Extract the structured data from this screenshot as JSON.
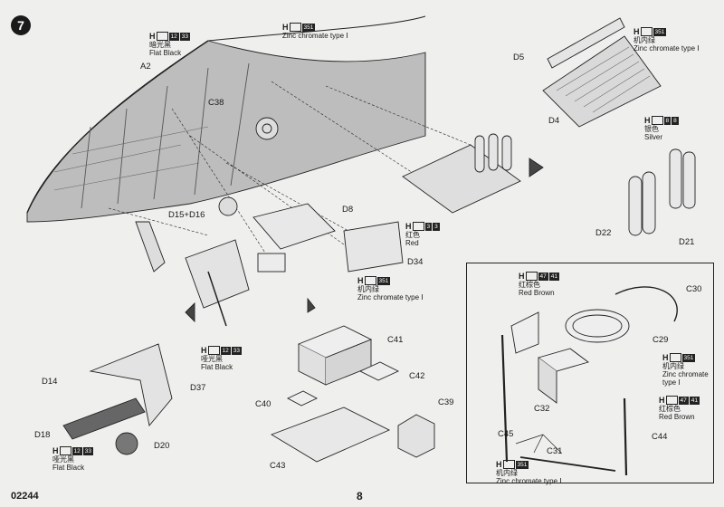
{
  "step": "7",
  "product_code": "02244",
  "page_number": "8",
  "paints": {
    "flat_black_a": {
      "letter": "H",
      "code": "12",
      "num": "33",
      "cn": "暗光黑",
      "en": "Flat Black"
    },
    "zinc_top": {
      "letter": "H",
      "code": "",
      "num": "351",
      "cn": "",
      "en": "Zinc chromate type Ⅰ"
    },
    "zinc_d5": {
      "letter": "H",
      "code": "",
      "num": "351",
      "cn": "机内绿",
      "en": "Zinc chromate type Ⅰ"
    },
    "silver": {
      "letter": "H",
      "code": "8",
      "num": "8",
      "cn": "银色",
      "en": "Silver"
    },
    "red": {
      "letter": "H",
      "code": "3",
      "num": "3",
      "cn": "红色",
      "en": "Red"
    },
    "zinc_mid": {
      "letter": "H",
      "code": "",
      "num": "351",
      "cn": "机内绿",
      "en": "Zinc chromate type Ⅰ"
    },
    "flat_black_b": {
      "letter": "H",
      "code": "12",
      "num": "33",
      "cn": "哑光黑",
      "en": "Flat Black"
    },
    "flat_black_c": {
      "letter": "H",
      "code": "12",
      "num": "33",
      "cn": "哑光黑",
      "en": "Flat Black"
    },
    "red_brown_a": {
      "letter": "H",
      "code": "47",
      "num": "41",
      "cn": "红棕色",
      "en": "Red Brown"
    },
    "zinc_inset": {
      "letter": "H",
      "code": "",
      "num": "351",
      "cn": "机内绿",
      "en": "Zinc chromate",
      "en2": "type Ⅰ"
    },
    "red_brown_b": {
      "letter": "H",
      "code": "47",
      "num": "41",
      "cn": "红棕色",
      "en": "Red Brown"
    },
    "zinc_bottom": {
      "letter": "H",
      "code": "",
      "num": "351",
      "cn": "机内绿",
      "en": "Zinc chromate type Ⅰ"
    }
  },
  "parts": {
    "a2": "A2",
    "c38": "C38",
    "d5": "D5",
    "d4": "D4",
    "d8": "D8",
    "d15_d16": "D15+D16",
    "d34": "D34",
    "d22": "D22",
    "d21": "D21",
    "c41": "C41",
    "c42": "C42",
    "c40": "C40",
    "c39": "C39",
    "c43": "C43",
    "d14": "D14",
    "d37": "D37",
    "d18": "D18",
    "d20": "D20",
    "c30": "C30",
    "c29": "C29",
    "c32": "C32",
    "c45": "C45",
    "c31": "C31",
    "c44": "C44"
  }
}
